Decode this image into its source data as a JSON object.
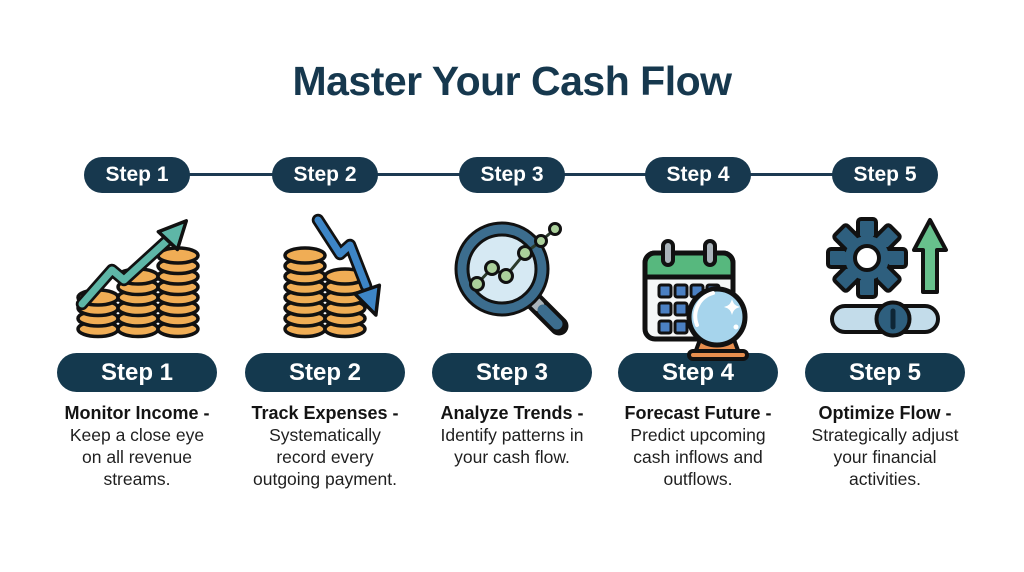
{
  "title": "Master Your Cash Flow",
  "colors": {
    "pill_navy": "#17384e",
    "title_navy": "#16384e",
    "connector_navy": "#1d3a52",
    "coin_gold": "#f0ad55",
    "up_arrow_teal": "#5eb6a7",
    "down_arrow_blue": "#3d85c6",
    "growth_green": "#67c08c",
    "calendar_green": "#57b87e",
    "crystal_ball_blue": "#a6d4ec",
    "base_orange": "#e78e4e",
    "gear_slate": "#2e5f7e"
  },
  "steps": [
    {
      "top_label": "Step 1",
      "bottom_label": "Step 1",
      "icon": "rising-coins-icon",
      "heading": "Monitor Income -",
      "description": "Keep a close eye on all revenue streams."
    },
    {
      "top_label": "Step 2",
      "bottom_label": "Step 2",
      "icon": "declining-coins-icon",
      "heading": "Track Expenses -",
      "description": "Systematically record every outgoing payment."
    },
    {
      "top_label": "Step 3",
      "bottom_label": "Step 3",
      "icon": "trend-magnifier-icon",
      "heading": "Analyze Trends -",
      "description": "Identify patterns in your cash flow."
    },
    {
      "top_label": "Step 4",
      "bottom_label": "Step 4",
      "icon": "forecast-calendar-crystal-ball-icon",
      "heading": "Forecast Future -",
      "description": "Predict upcoming cash inflows and outflows."
    },
    {
      "top_label": "Step 5",
      "bottom_label": "Step 5",
      "icon": "optimize-gear-slider-icon",
      "heading": "Optimize Flow -",
      "description": "Strategically adjust your financial activities."
    }
  ]
}
